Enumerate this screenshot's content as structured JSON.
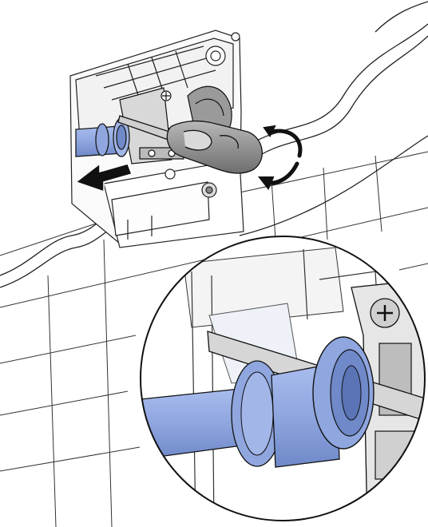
{
  "illustration": {
    "scene": "installation-diagram",
    "parts": {
      "wall_tiles": "tile-grid",
      "housing": "flush-box-housing",
      "screwdriver": "screwdriver-tool",
      "hose": "blue-hose",
      "direction_arrow": "pull-arrow-icon",
      "rotation_arrow": "rotate-arrow-icon",
      "detail_view": "magnified-detail-circle"
    },
    "colors": {
      "line": "#111111",
      "hose_fill": "#8fa6df",
      "hose_dark": "#6f89c9",
      "tool_grey": "#8a8a8a",
      "tool_light": "#c9c9c9",
      "arrow": "#111111",
      "background": "#ffffff"
    }
  }
}
